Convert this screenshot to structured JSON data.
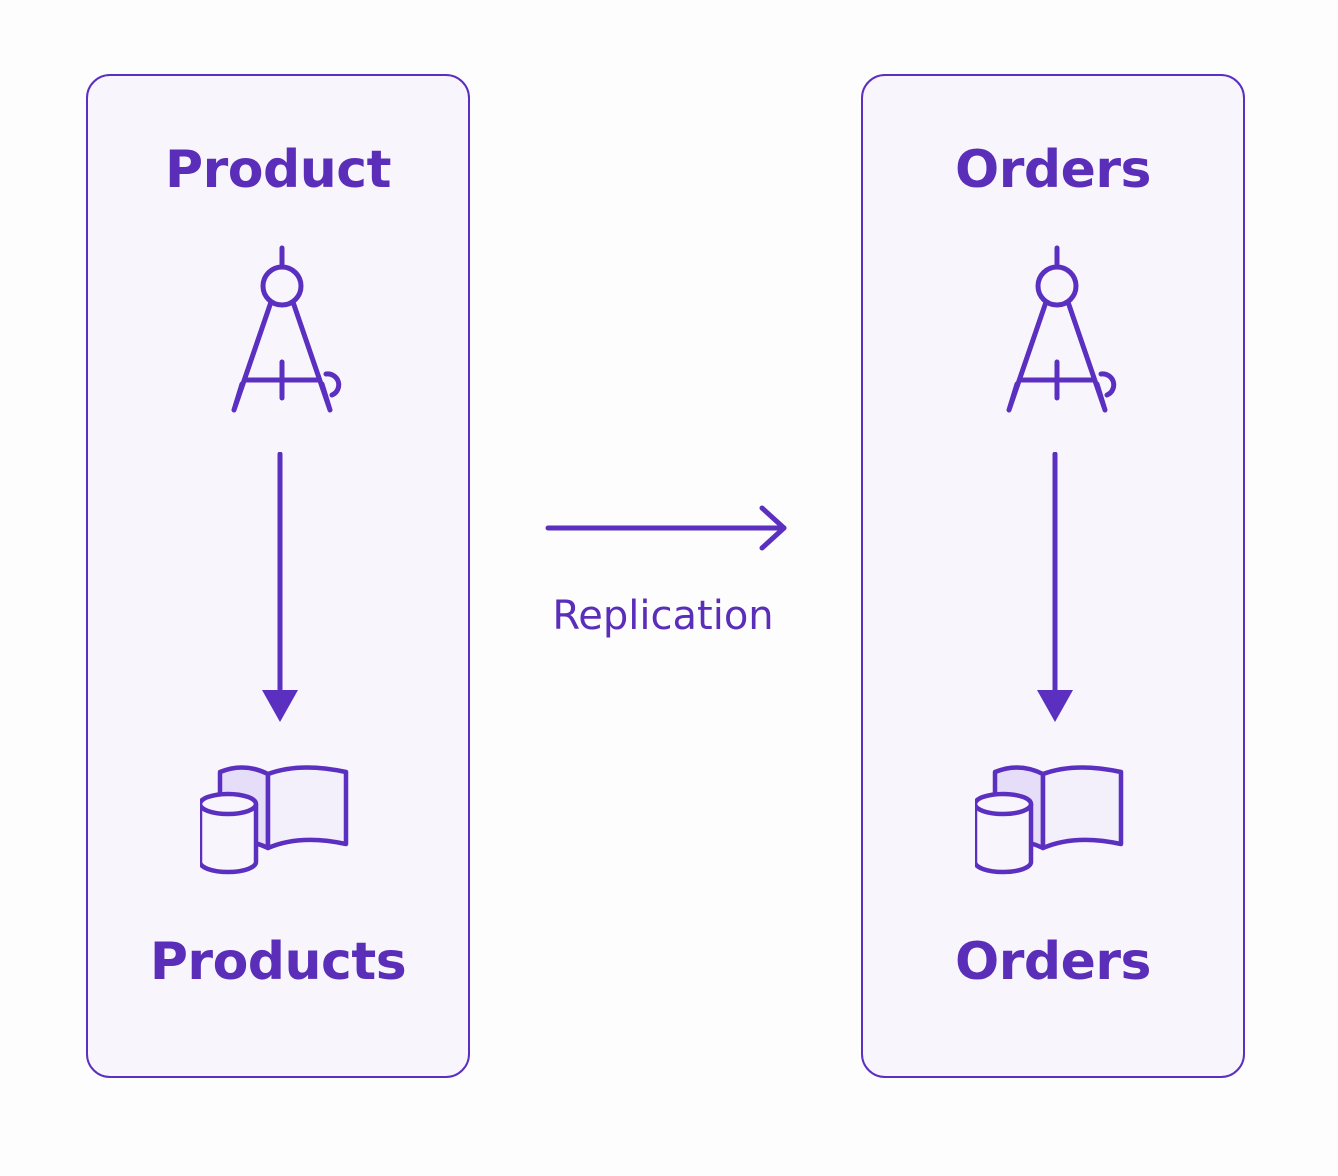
{
  "colors": {
    "accent": "#5b2fbf",
    "panel_fill": "#f8f5fc",
    "icon_fill": "#e6ddf8",
    "background": "#fefdfe"
  },
  "left_panel": {
    "title": "Product",
    "icon_top": "drafting-compass-icon",
    "icon_bottom": "database-map-icon",
    "subtitle": "Products"
  },
  "right_panel": {
    "title": "Orders",
    "icon_top": "drafting-compass-icon",
    "icon_bottom": "database-map-icon",
    "subtitle": "Orders"
  },
  "connector": {
    "label": "Replication",
    "direction": "left-to-right"
  }
}
